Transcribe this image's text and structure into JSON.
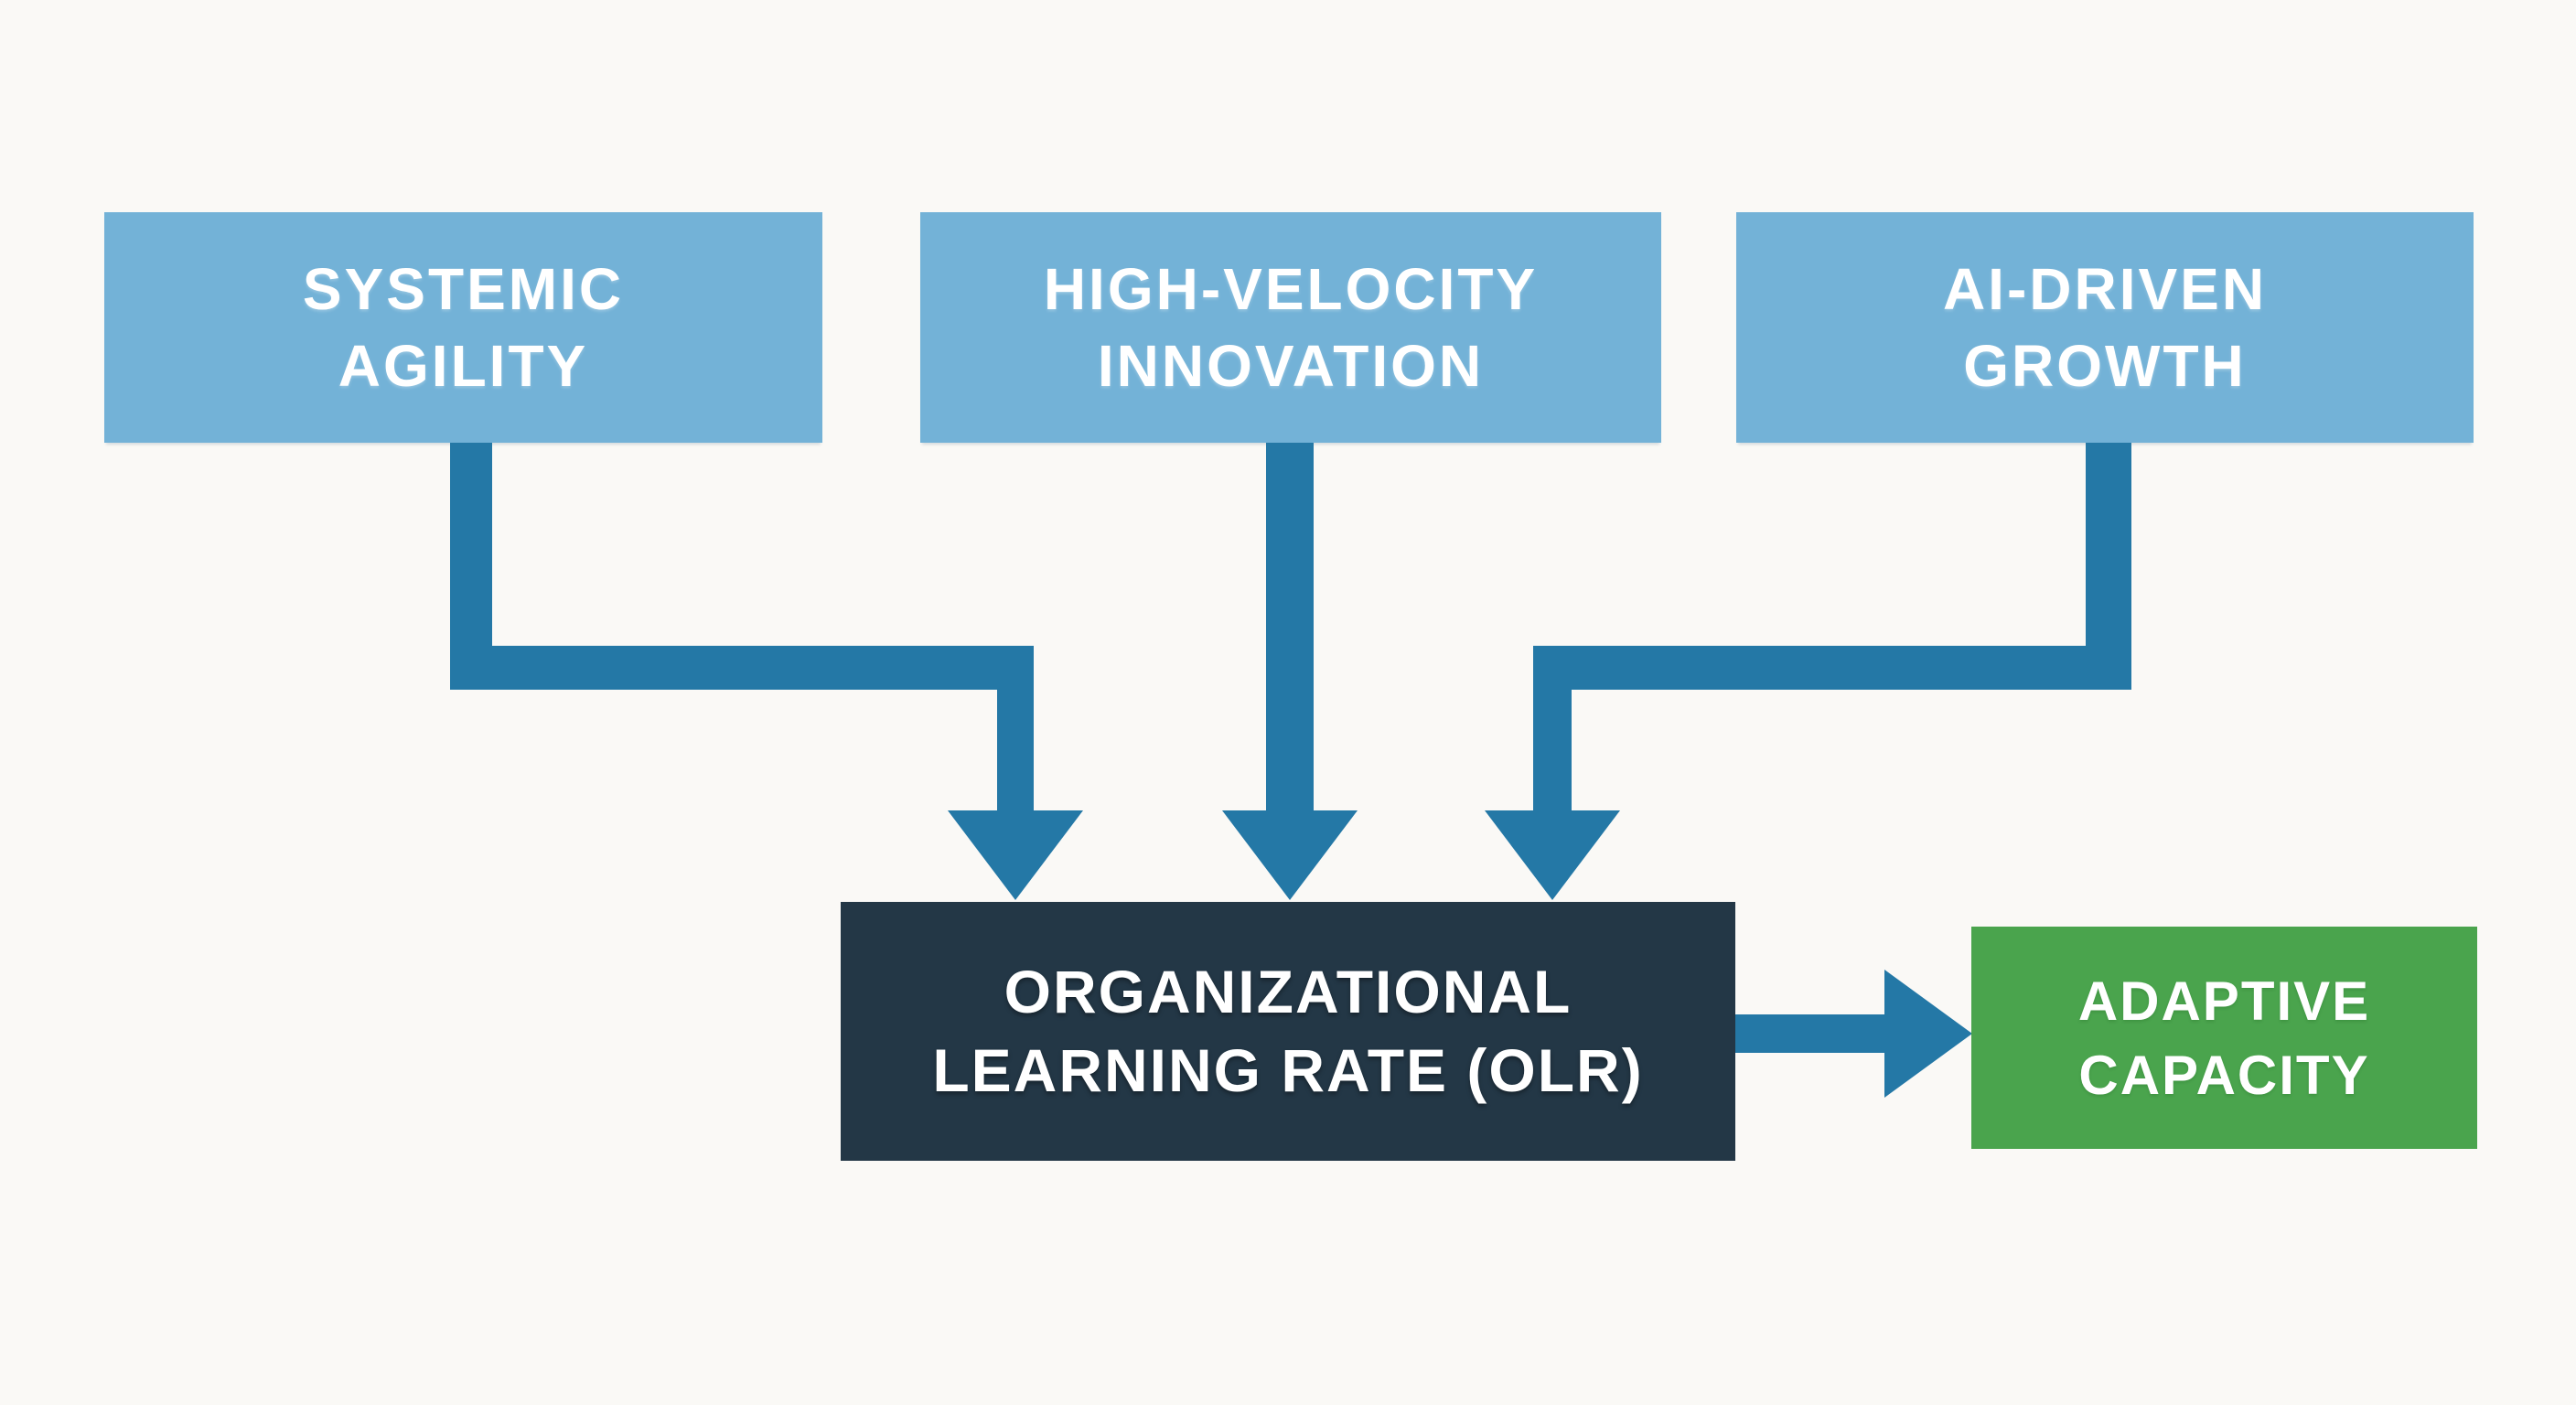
{
  "colors": {
    "node_blue": "#73b2d7",
    "arrow_blue": "#2478a6",
    "node_navy": "#233746",
    "node_green": "#4aa44d",
    "background": "#faf9f6",
    "text_white": "#ffffff"
  },
  "nodes": {
    "systemic_agility": {
      "line1": "SYSTEMIC",
      "line2": "AGILITY"
    },
    "high_velocity_innovation": {
      "line1": "HIGH-VELOCITY",
      "line2": "INNOVATION"
    },
    "ai_driven_growth": {
      "line1": "AI-DRIVEN",
      "line2": "GROWTH"
    },
    "organizational_learning_rate": {
      "line1": "ORGANIZATIONAL",
      "line2": "LEARNING RATE (OLR)"
    },
    "adaptive_capacity": {
      "line1": "ADAPTIVE",
      "line2": "CAPACITY"
    }
  },
  "edges": [
    {
      "from": "SYSTEMIC AGILITY",
      "to": "ORGANIZATIONAL LEARNING RATE (OLR)"
    },
    {
      "from": "HIGH-VELOCITY INNOVATION",
      "to": "ORGANIZATIONAL LEARNING RATE (OLR)"
    },
    {
      "from": "AI-DRIVEN GROWTH",
      "to": "ORGANIZATIONAL LEARNING RATE (OLR)"
    },
    {
      "from": "ORGANIZATIONAL LEARNING RATE (OLR)",
      "to": "ADAPTIVE CAPACITY"
    }
  ]
}
